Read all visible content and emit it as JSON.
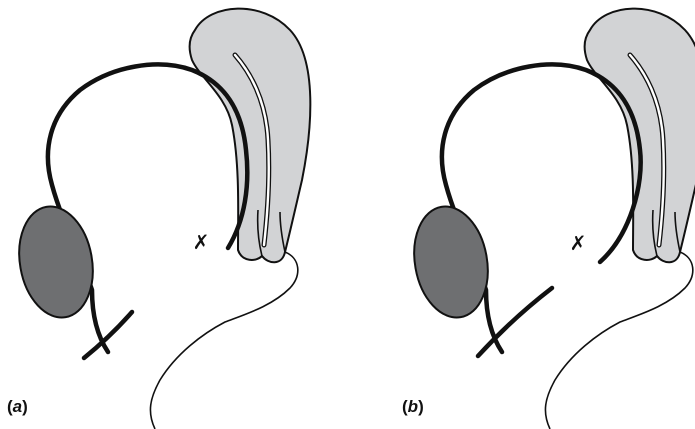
{
  "panels": [
    {
      "id": "a",
      "label_open": "(",
      "label_letter": "a",
      "label_close": ")",
      "marker": "✗"
    },
    {
      "id": "b",
      "label_open": "(",
      "label_letter": "b",
      "label_close": ")",
      "marker": "✗"
    }
  ],
  "colors": {
    "outline": "#111111",
    "background": "#ffffff",
    "shaded_organ_fill": "#d2d3d5",
    "dark_oval_fill": "#6e6f71"
  }
}
